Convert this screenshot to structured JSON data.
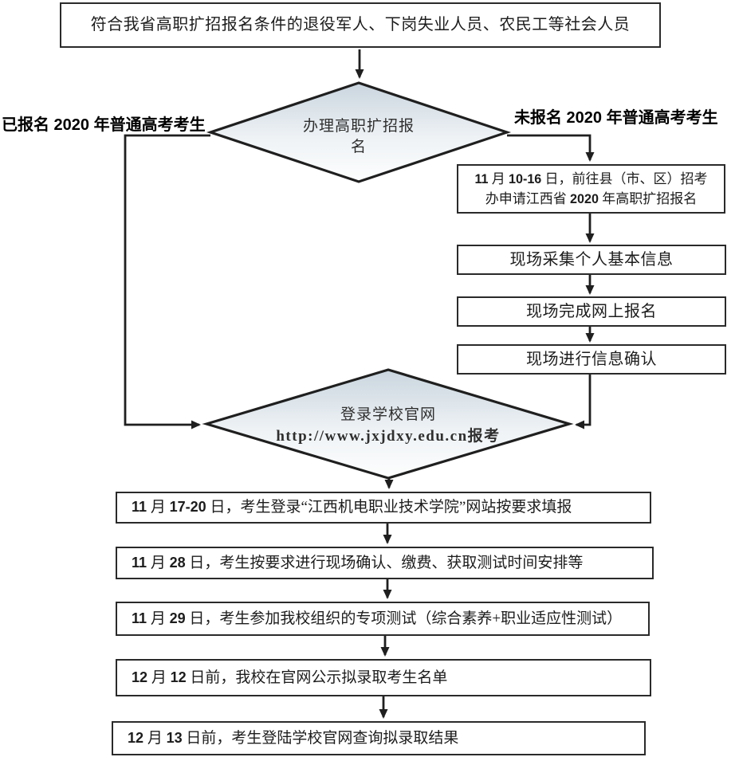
{
  "flowchart": {
    "start": "符合我省高职扩招报名条件的退役军人、下岗失业人员、农民工等社会人员",
    "decision1": "办理高职扩招报名",
    "branch_labels": {
      "left": "已报名 2020 年普通高考考生",
      "right": "未报名 2020 年普通高考考生"
    },
    "right_branch": {
      "step1_line1": "11 月 10-16 日，前往县（市、区）招考",
      "step1_line2": "办申请江西省 2020 年高职扩招报名",
      "step2": "现场采集个人基本信息",
      "step3": "现场完成网上报名",
      "step4": "现场进行信息确认"
    },
    "decision2": {
      "line1": "登录学校官网",
      "line2": "http://www.jxjdxy.edu.cn报考"
    },
    "final_steps": [
      "11 月 17-20 日，考生登录“江西机电职业技术学院”网站按要求填报",
      "11 月 28 日，考生按要求进行现场确认、缴费、获取测试时间安排等",
      "11 月 29 日，考生参加我校组织的专项测试（综合素养+职业适应性测试）",
      "12 月 12 日前，我校在官网公示拟录取考生名单",
      "12 月 13 日前，考生登陆学校官网查询拟录取结果"
    ],
    "colors": {
      "diamond_top": "#c9d5de",
      "diamond_bottom": "#fdfefe",
      "line": "#1f1f1f",
      "box_border": "#2a2a2a"
    }
  }
}
